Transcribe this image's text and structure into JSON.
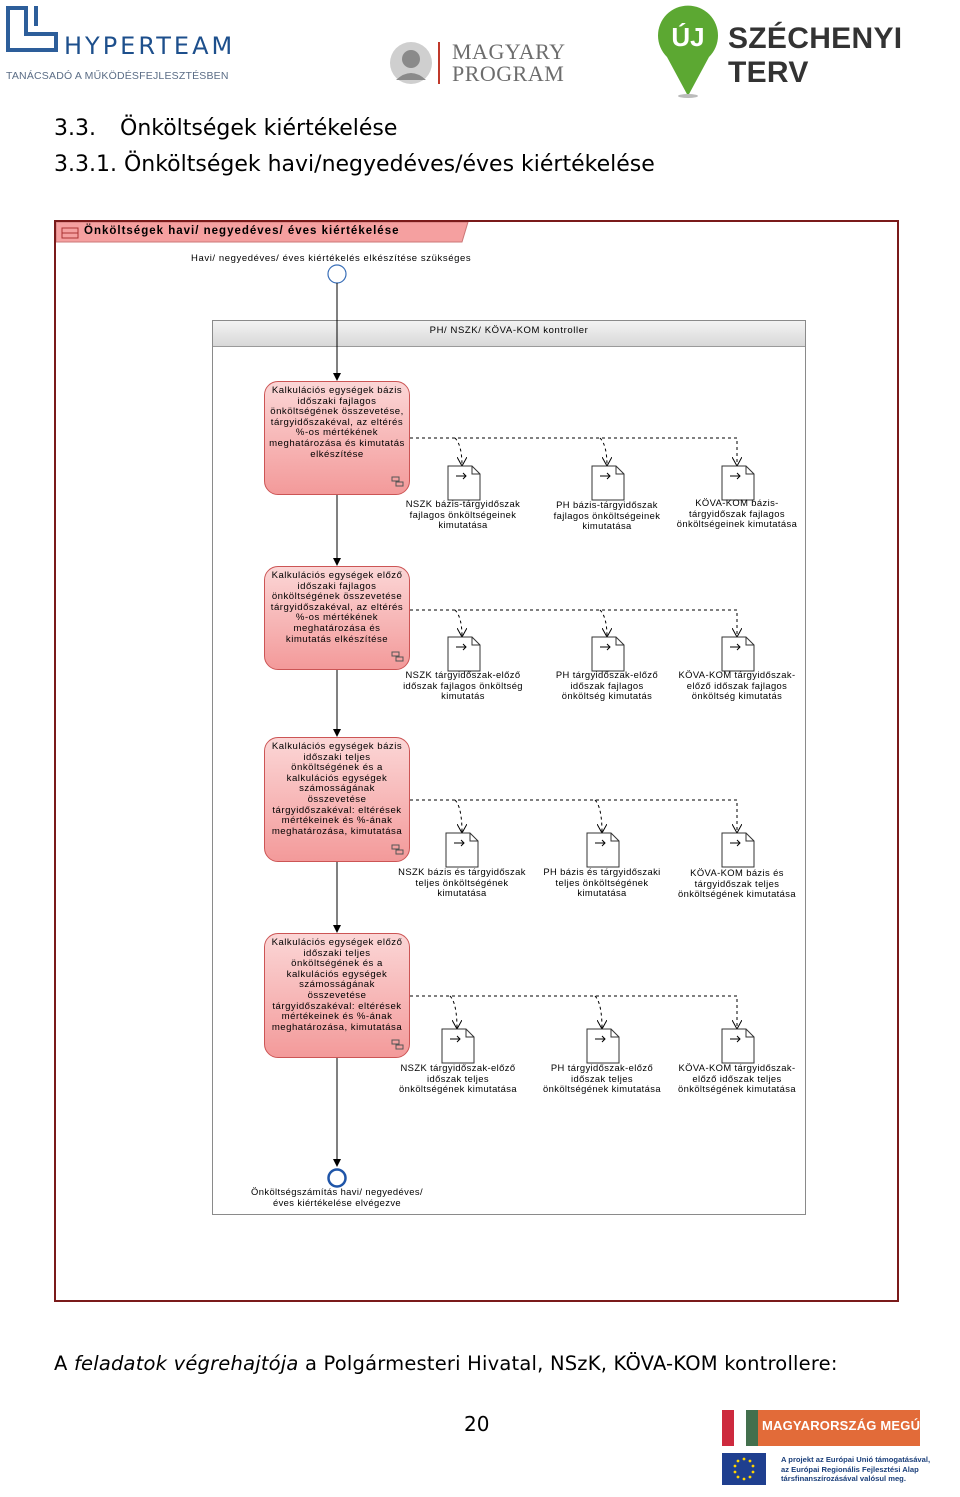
{
  "header": {
    "hyperteam_name": "HYPERTEAM",
    "hyperteam_tagline": "TANÁCSADÓ A MŰKÖDÉSFEJLESZTÉSBEN",
    "magyary_line1": "MAGYARY",
    "magyary_line2": "PROGRAM",
    "szechenyi_pin": "ÚJ",
    "szechenyi_name": "SZÉCHENYI TERV"
  },
  "headings": {
    "section_number": "3.3.",
    "section_title": "Önköltségek kiértékelése",
    "subsection": "3.3.1. Önköltségek havi/negyedéves/éves kiértékelése"
  },
  "diagram": {
    "title": "Önköltségek havi/ negyedéves/ éves kiértékelése",
    "start_event": "Havi/ negyedéves/ éves kiértékelés elkészítése szükséges",
    "lane": "PH/ NSZK/ KÖVA-KOM kontroller",
    "tasks": [
      {
        "lines": [
          "Kalkulációs egységek bázis",
          "időszaki fajlagos",
          "önköltségének összevetése,",
          "tárgyidőszakéval, az eltérés",
          "%-os mértékének",
          "meghatározása és kimutatás",
          "elkészítése"
        ]
      },
      {
        "lines": [
          "Kalkulációs egységek előző",
          "időszaki fajlagos",
          "önköltségének összevetése",
          "tárgyidőszakéval, az eltérés",
          "%-os mértékének",
          "meghatározása és",
          "kimutatás elkészítése"
        ]
      },
      {
        "lines": [
          "Kalkulációs egységek bázis",
          "időszaki teljes",
          "önköltségének és a",
          "kalkulációs egységek",
          "számosságának",
          "összevetése",
          "tárgyidőszakéval: eltérések",
          "mértékeinek és %-ának",
          "meghatározása, kimutatása"
        ]
      },
      {
        "lines": [
          "Kalkulációs egységek előző",
          "időszaki teljes",
          "önköltségének és a",
          "kalkulációs egységek",
          "számosságának",
          "összevetése",
          "tárgyidőszakéval: eltérések",
          "mértékeinek és %-ának",
          "meghatározása, kimutatása"
        ]
      }
    ],
    "documents": [
      [
        {
          "lines": [
            "NSZK bázis-tárgyidőszak",
            "fajlagos önköltségeinek",
            "kimutatása"
          ]
        },
        {
          "lines": [
            "PH bázis-tárgyidőszak",
            "fajlagos önköltségeinek",
            "kimutatása"
          ]
        },
        {
          "lines": [
            "KÖVA-KOM bázis-",
            "tárgyidőszak fajlagos",
            "önköltségeinek kimutatása"
          ]
        }
      ],
      [
        {
          "lines": [
            "NSZK tárgyidőszak-előző",
            "időszak fajlagos önköltség",
            "kimutatás"
          ]
        },
        {
          "lines": [
            "PH tárgyidőszak-előző",
            "időszak fajlagos",
            "önköltség kimutatás"
          ]
        },
        {
          "lines": [
            "KÖVA-KOM tárgyidőszak-",
            "előző időszak fajlagos",
            "önköltség kimutatás"
          ]
        }
      ],
      [
        {
          "lines": [
            "NSZK bázis és tárgyidőszak",
            "teljes önköltségének",
            "kimutatása"
          ]
        },
        {
          "lines": [
            "PH bázis és tárgyidőszaki",
            "teljes önköltségének",
            "kimutatása"
          ]
        },
        {
          "lines": [
            "KÖVA-KOM bázis és",
            "tárgyidőszak teljes",
            "önköltségének kimutatása"
          ]
        }
      ],
      [
        {
          "lines": [
            "NSZK tárgyidőszak-előző",
            "időszak teljes",
            "önköltségének kimutatása"
          ]
        },
        {
          "lines": [
            "PH tárgyidőszak-előző",
            "időszak teljes",
            "önköltségének kimutatása"
          ]
        },
        {
          "lines": [
            "KÖVA-KOM tárgyidőszak-",
            "előző időszak teljes",
            "önköltségének kimutatása"
          ]
        }
      ]
    ],
    "end_event": [
      "Önköltségszámítás havi/ negyedéves/",
      "éves kiértékelése elvégezve"
    ]
  },
  "body": {
    "prefix": "A ",
    "italic": "feladatok végrehajtója",
    "suffix": " a Polgármesteri Hivatal, NSzK, KÖVA-KOM kontrollere:"
  },
  "footer": {
    "page_number": "20",
    "banner": "MAGYARORSZÁG MEGÚJUL",
    "eu_text": [
      "A projekt az Európai Unió támogatásával,",
      "az Európai Regionális Fejlesztési Alap",
      "társfinanszírozásával valósul meg."
    ]
  },
  "colors": {
    "task_fill_top": "#fbd6d6",
    "task_fill_bottom": "#f39a9a",
    "frame_border": "#7a1a1a",
    "szechenyi_green": "#5ca832",
    "hyperteam_blue": "#1d4f8c"
  }
}
